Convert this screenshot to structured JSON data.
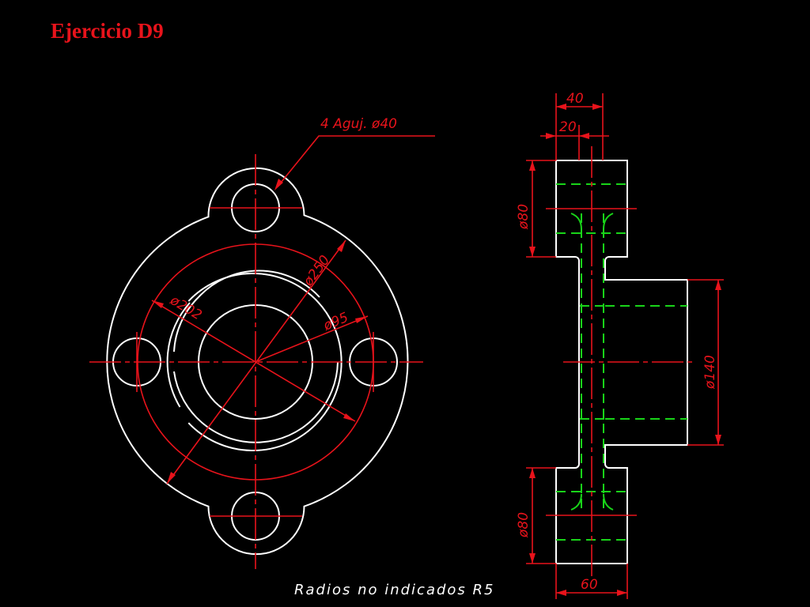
{
  "title": "Ejercicio D9",
  "front_view": {
    "holes_label": "4 Aguj. ø40",
    "dim_bolt_circle": "ø250",
    "dim_inner_circle": "ø202",
    "dim_bore": "ø95"
  },
  "side_view": {
    "dim_overall_width": "40",
    "dim_web_width": "20",
    "dim_top_boss": "ø80",
    "dim_hub": "ø140",
    "dim_bottom_boss": "ø80",
    "dim_boss_width": "60"
  },
  "note": "Radios no indicados R5",
  "colors": {
    "outline": "#ffffff",
    "dimension": "#e8131b",
    "hidden": "#19d419",
    "background": "#000000"
  }
}
